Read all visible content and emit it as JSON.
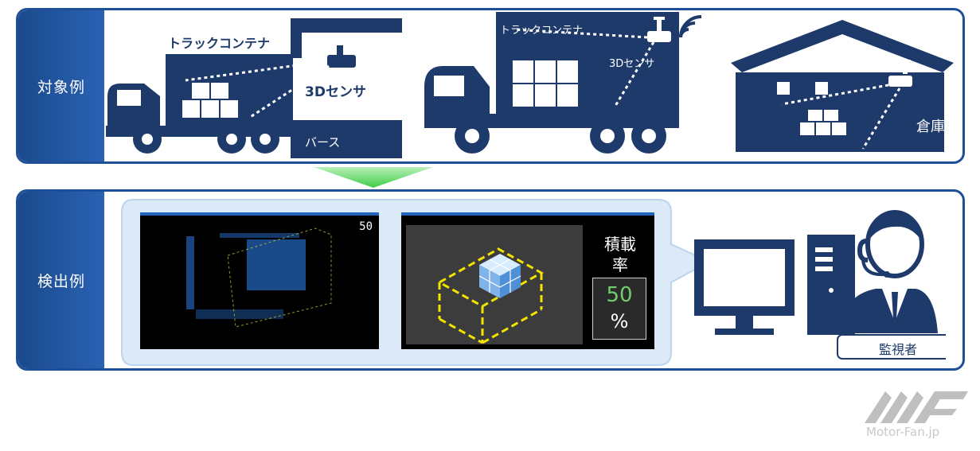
{
  "top_panel": {
    "label": "対象例",
    "scene1": {
      "container_label": "トラックコンテナ",
      "sensor_label": "3Dセンサ",
      "berth_label": "バース"
    },
    "scene2": {
      "container_label": "トラックコンテナ",
      "sensor_label": "3Dセンサ"
    },
    "scene3": {
      "warehouse_label": "倉庫"
    }
  },
  "bottom_panel": {
    "label": "検出例",
    "pointcloud": {
      "value": "50"
    },
    "result": {
      "title_line1": "積載",
      "title_line2": "率",
      "percent_value": "50",
      "percent_unit": "%"
    },
    "monitor_label": "監視者"
  },
  "watermark": {
    "text": "Motor-Fan.jp"
  },
  "colors": {
    "navy": "#1d3a6b",
    "panel_border": "#1f4f96",
    "green_arrow": "#56d85a",
    "highlight_yellow": "#f2e300",
    "percent_green": "#6fd06b"
  },
  "icons": [
    "truck-icon",
    "sensor-icon",
    "boxes-icon",
    "wifi-icon",
    "warehouse-icon",
    "monitor-icon",
    "pc-tower-icon",
    "operator-icon",
    "down-arrow-icon",
    "mf-logo-icon"
  ]
}
